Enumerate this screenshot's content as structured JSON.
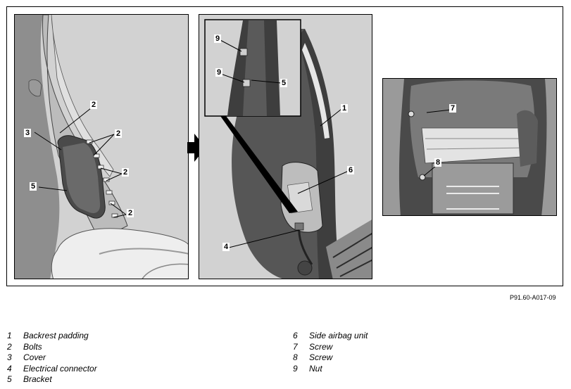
{
  "figure_code": "P91.60-A017-09",
  "callouts": {
    "left": [
      "2",
      "3",
      "2",
      "2",
      "5",
      "2"
    ],
    "mid": [
      "9",
      "9",
      "5",
      "1",
      "6",
      "4"
    ],
    "right": [
      "7",
      "8"
    ]
  },
  "legend": {
    "left": [
      {
        "num": "1",
        "label": "Backrest padding"
      },
      {
        "num": "2",
        "label": "Bolts"
      },
      {
        "num": "3",
        "label": "Cover"
      },
      {
        "num": "4",
        "label": "Electrical connector"
      },
      {
        "num": "5",
        "label": "Bracket"
      }
    ],
    "right": [
      {
        "num": "6",
        "label": "Side airbag unit"
      },
      {
        "num": "7",
        "label": "Screw"
      },
      {
        "num": "8",
        "label": "Screw"
      },
      {
        "num": "9",
        "label": "Nut"
      }
    ]
  },
  "colors": {
    "background": "#d2d2d2",
    "dark": "#3a3a3a",
    "light": "#eeeeee"
  }
}
